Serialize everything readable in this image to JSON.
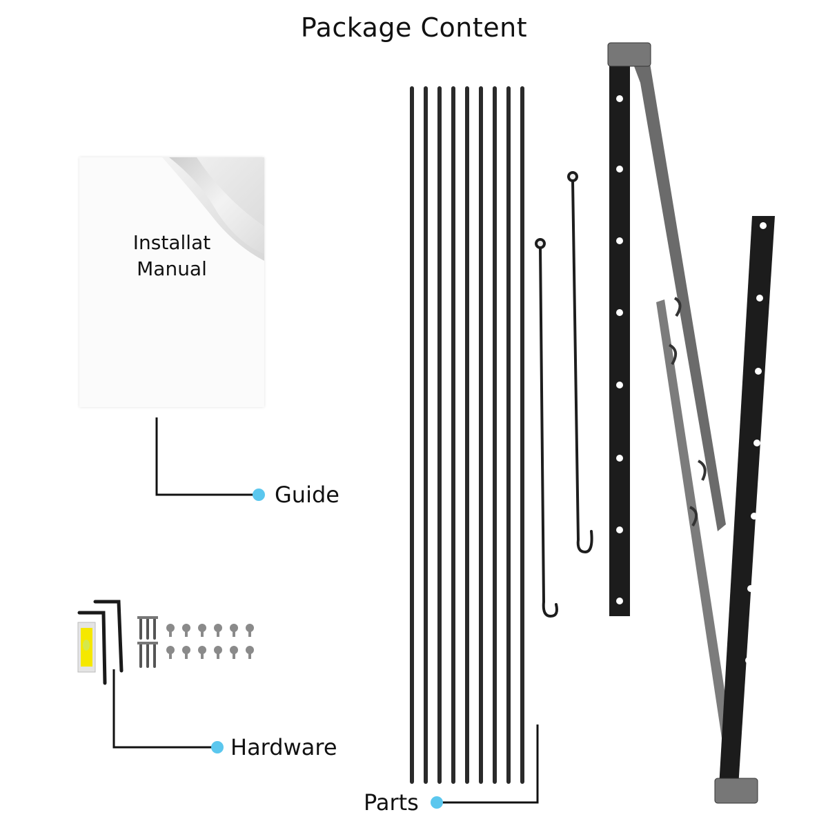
{
  "title": "Package Content",
  "manual": {
    "line1": "Installat",
    "line2": "Manual"
  },
  "labels": {
    "guide": "Guide",
    "hardware": "Hardware",
    "parts": "Parts"
  },
  "colors": {
    "dot": "#5bc7ee",
    "rod": "#2a2a2a",
    "bracket": "#1c1c1c",
    "leader": "#111111",
    "level": "#f2e600"
  },
  "icons": [
    "document-icon",
    "allen-key-icon",
    "screw-icon",
    "bubble-level-icon",
    "rod-icon",
    "hook-rod-icon",
    "wall-bracket-icon"
  ]
}
